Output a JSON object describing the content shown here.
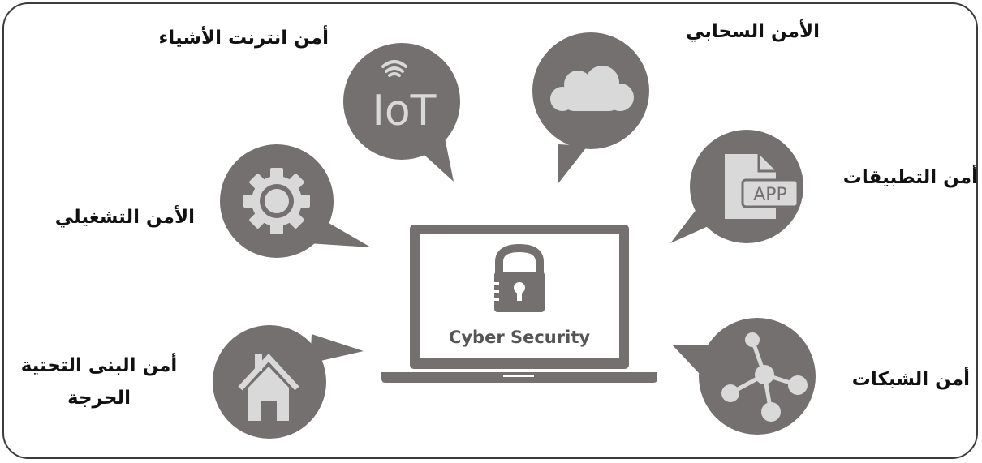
{
  "center": {
    "title": "Cyber Security"
  },
  "topics": {
    "iot": {
      "label": "أمن انترنت الأشياء",
      "icon_text": "IoT"
    },
    "cloud": {
      "label": "الأمن السحابي"
    },
    "apps": {
      "label": "أمن التطبيقات",
      "icon_text": "APP"
    },
    "os": {
      "label": "الأمن التشغيلي"
    },
    "infra": {
      "label_line1": "أمن البنى التحتية",
      "label_line2": "الحرجة"
    },
    "network": {
      "label": "أمن الشبكات"
    }
  },
  "colors": {
    "bubble": "#747070",
    "icon": "#d9d9d9",
    "frame": "#3c3c3c"
  }
}
